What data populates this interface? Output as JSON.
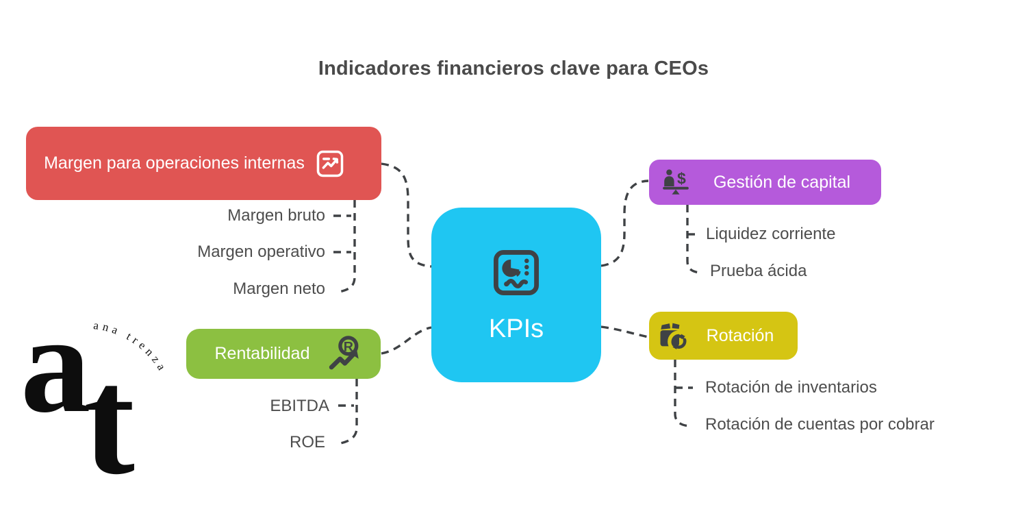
{
  "title": "Indicadores financieros clave para CEOs",
  "center_node": {
    "label": "KPIs",
    "color": "#1fc6f2",
    "icon": "dashboard-chart-icon"
  },
  "branches": [
    {
      "label": "Margen para operaciones internas",
      "color": "#e05553",
      "icon": "report-trend-icon",
      "children": [
        "Margen bruto",
        "Margen operativo",
        "Margen neto"
      ]
    },
    {
      "label": "Rentabilidad",
      "color": "#8cc041",
      "icon": "r-coin-growth-icon",
      "children": [
        "EBITDA",
        "ROE"
      ]
    },
    {
      "label": "Gestión de capital",
      "color": "#b55adb",
      "icon": "person-money-balance-icon",
      "children": [
        "Liquidez corriente",
        "Prueba ácida"
      ]
    },
    {
      "label": "Rotación",
      "color": "#d5c513",
      "icon": "package-rotate-icon",
      "children": [
        "Rotación de inventarios",
        "Rotación de cuentas por cobrar"
      ]
    }
  ],
  "logo": {
    "brand": "ana trenza",
    "monogram_a": "a",
    "monogram_t": "t"
  },
  "palette": {
    "connector": "#3f4245",
    "child_text": "#4d4d4d",
    "title_text": "#4a4a4a",
    "background": "#ffffff",
    "node_text": "#ffffff"
  }
}
